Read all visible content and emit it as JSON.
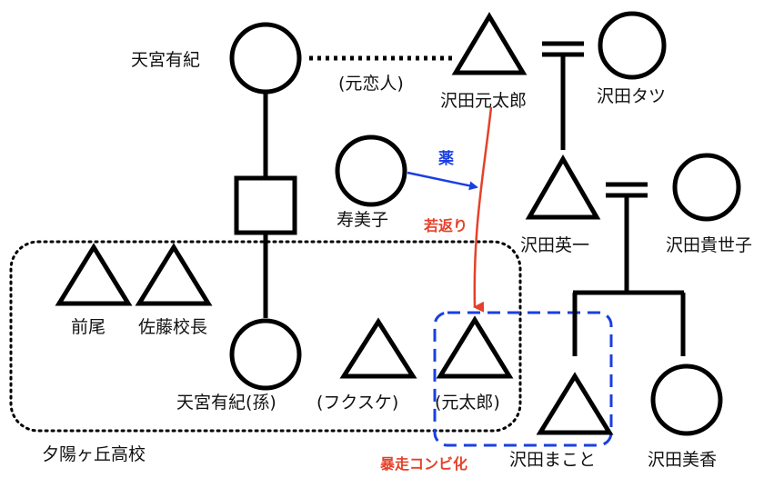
{
  "people": {
    "amamiya_yuki": "天宮有紀",
    "sawada_gentaro": "沢田元太郎",
    "sawada_tatsu": "沢田タツ",
    "sumiko": "寿美子",
    "sawada_eiichi": "沢田英一",
    "sawada_kiyoko": "沢田貴世子",
    "maeo": "前尾",
    "principal_sato": "佐藤校長",
    "amamiya_yuki_grandchild": "天宮有紀(孫)",
    "fukusuke": "(フクスケ)",
    "gentaro_young": "(元太郎)",
    "sawada_makoto": "沢田まこと",
    "sawada_mika": "沢田美香"
  },
  "relations": {
    "former_lover": "(元恋人)",
    "drug": "薬",
    "rejuvenation": "若返り",
    "rampage_combo": "暴走コンビ化"
  },
  "groups": {
    "school": "夕陽ヶ丘高校"
  },
  "colors": {
    "line": "#000000",
    "drug_arrow": "#1a3fe0",
    "rejuvenation_arrow": "#e5412a",
    "combo_box": "#1a3fe0"
  }
}
